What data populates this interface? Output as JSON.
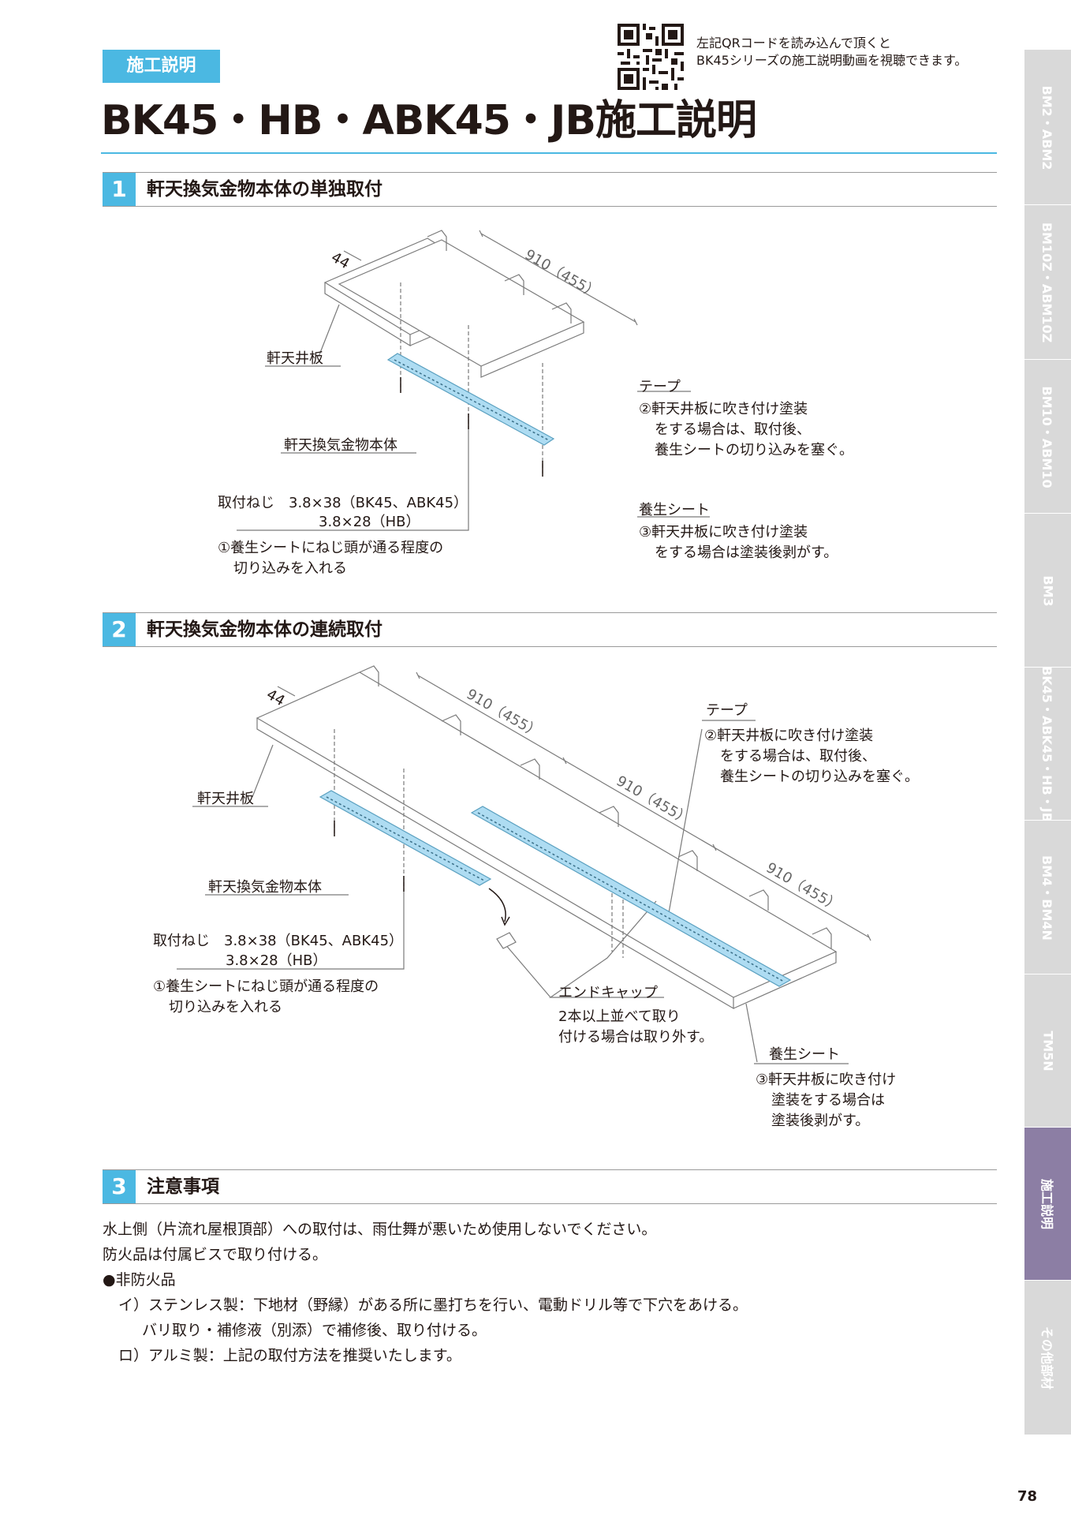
{
  "header": {
    "tag": "施工説明",
    "qr_note_line1": "左記QRコードを読み込んで頂くと",
    "qr_note_line2": "BK45シリーズの施工説明動画を視聴できます。",
    "title": "BK45・HB・ABK45・JB施工説明"
  },
  "section1": {
    "number": "1",
    "title": "軒天換気金物本体の単独取付",
    "dim_small": "44",
    "dim_span": "910（455）",
    "label_ceiling": "軒天井板",
    "label_body": "軒天換気金物本体",
    "screw_line1": "取付ねじ　3.8×38（BK45、ABK45）",
    "screw_line2": "3.8×28（HB）",
    "note1_line1": "①養生シートにねじ頭が通る程度の",
    "note1_line2": "切り込みを入れる",
    "tape_label": "テープ",
    "note2_line1": "②軒天井板に吹き付け塗装",
    "note2_line2": "をする場合は、取付後、",
    "note2_line3": "養生シートの切り込みを塞ぐ。",
    "sheet_label": "養生シート",
    "note3_line1": "③軒天井板に吹き付け塗装",
    "note3_line2": "をする場合は塗装後剥がす。"
  },
  "section2": {
    "number": "2",
    "title": "軒天換気金物本体の連続取付",
    "dim_small": "44",
    "dim_span_1": "910（455）",
    "dim_span_2": "910（455）",
    "dim_span_3": "910（455）",
    "label_ceiling": "軒天井板",
    "label_body": "軒天換気金物本体",
    "screw_line1": "取付ねじ　3.8×38（BK45、ABK45）",
    "screw_line2": "3.8×28（HB）",
    "note1_line1": "①養生シートにねじ頭が通る程度の",
    "note1_line2": "切り込みを入れる",
    "tape_label": "テープ",
    "note2_line1": "②軒天井板に吹き付け塗装",
    "note2_line2": "をする場合は、取付後、",
    "note2_line3": "養生シートの切り込みを塞ぐ。",
    "endcap_label": "エンドキャップ",
    "endcap_line1": "2本以上並べて取り",
    "endcap_line2": "付ける場合は取り外す。",
    "sheet_label": "養生シート",
    "note3_line1": "③軒天井板に吹き付け",
    "note3_line2": "塗装をする場合は",
    "note3_line3": "塗装後剥がす。"
  },
  "section3": {
    "number": "3",
    "title": "注意事項",
    "lines": [
      "水上側（片流れ屋根頂部）への取付は、雨仕舞が悪いため使用しないでください。",
      "防火品は付属ビスで取り付ける。",
      "●非防火品",
      "イ）ステンレス製：下地材（野縁）がある所に墨打ちを行い、電動ドリル等で下穴をあける。",
      "バリ取り・補修液（別添）で補修後、取り付ける。",
      "ロ）アルミ製：上記の取付方法を推奨いたします。"
    ]
  },
  "side_tabs": [
    "BM2・ABM2",
    "BM10Z・ABM10Z",
    "BM10・ABM10",
    "BM3",
    "BK45・ABK45・HB・JB",
    "BM4・BM4N",
    "TM5N",
    "施工説明",
    "その他部材"
  ],
  "page_number": "78",
  "colors": {
    "accent": "#4bb8e2",
    "active_tab": "#8c7ea4",
    "inactive_tab": "#d9d9d9",
    "vent_body": "#aedcf2"
  }
}
